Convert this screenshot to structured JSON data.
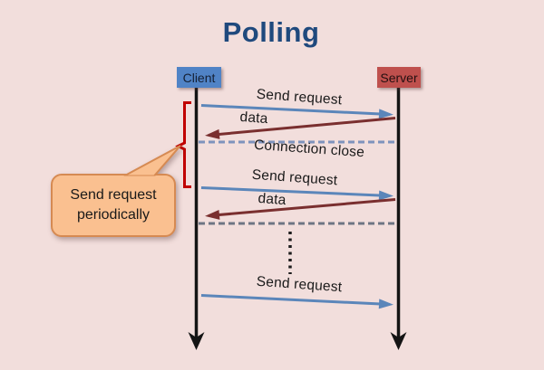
{
  "title": "Polling",
  "actors": {
    "client": {
      "label": "Client"
    },
    "server": {
      "label": "Server"
    }
  },
  "messages": [
    {
      "label": "Send request",
      "from": "Client",
      "to": "Server",
      "style": "solid",
      "color_name": "blue"
    },
    {
      "label": "data",
      "from": "Server",
      "to": "Client",
      "style": "solid",
      "color_name": "maroon"
    },
    {
      "label": "Connection close",
      "style": "dashed",
      "color_name": "blue-gray"
    },
    {
      "label": "Send request",
      "from": "Client",
      "to": "Server",
      "style": "solid",
      "color_name": "blue"
    },
    {
      "label": "data",
      "from": "Server",
      "to": "Client",
      "style": "solid",
      "color_name": "maroon"
    },
    {
      "label": "",
      "style": "dashed",
      "color_name": "gray"
    },
    {
      "label": "Send request",
      "from": "Client",
      "to": "Server",
      "style": "solid",
      "color_name": "blue"
    }
  ],
  "callout": {
    "text": "Send request periodically"
  },
  "colors": {
    "background": "#f2dedc",
    "title_text": "#1f497d",
    "client_box": "#5083c6",
    "server_box": "#bf504d",
    "lifeline": "#141414",
    "arrow_blue": "#5b86ba",
    "arrow_maroon": "#7a2f2f",
    "dashed_blue_gray": "#7e93bd",
    "dashed_gray": "#6e7584",
    "bracket_red": "#c00000",
    "callout_fill": "#fac090",
    "callout_border": "#d68a52",
    "label_text": "#1a1a1a"
  }
}
